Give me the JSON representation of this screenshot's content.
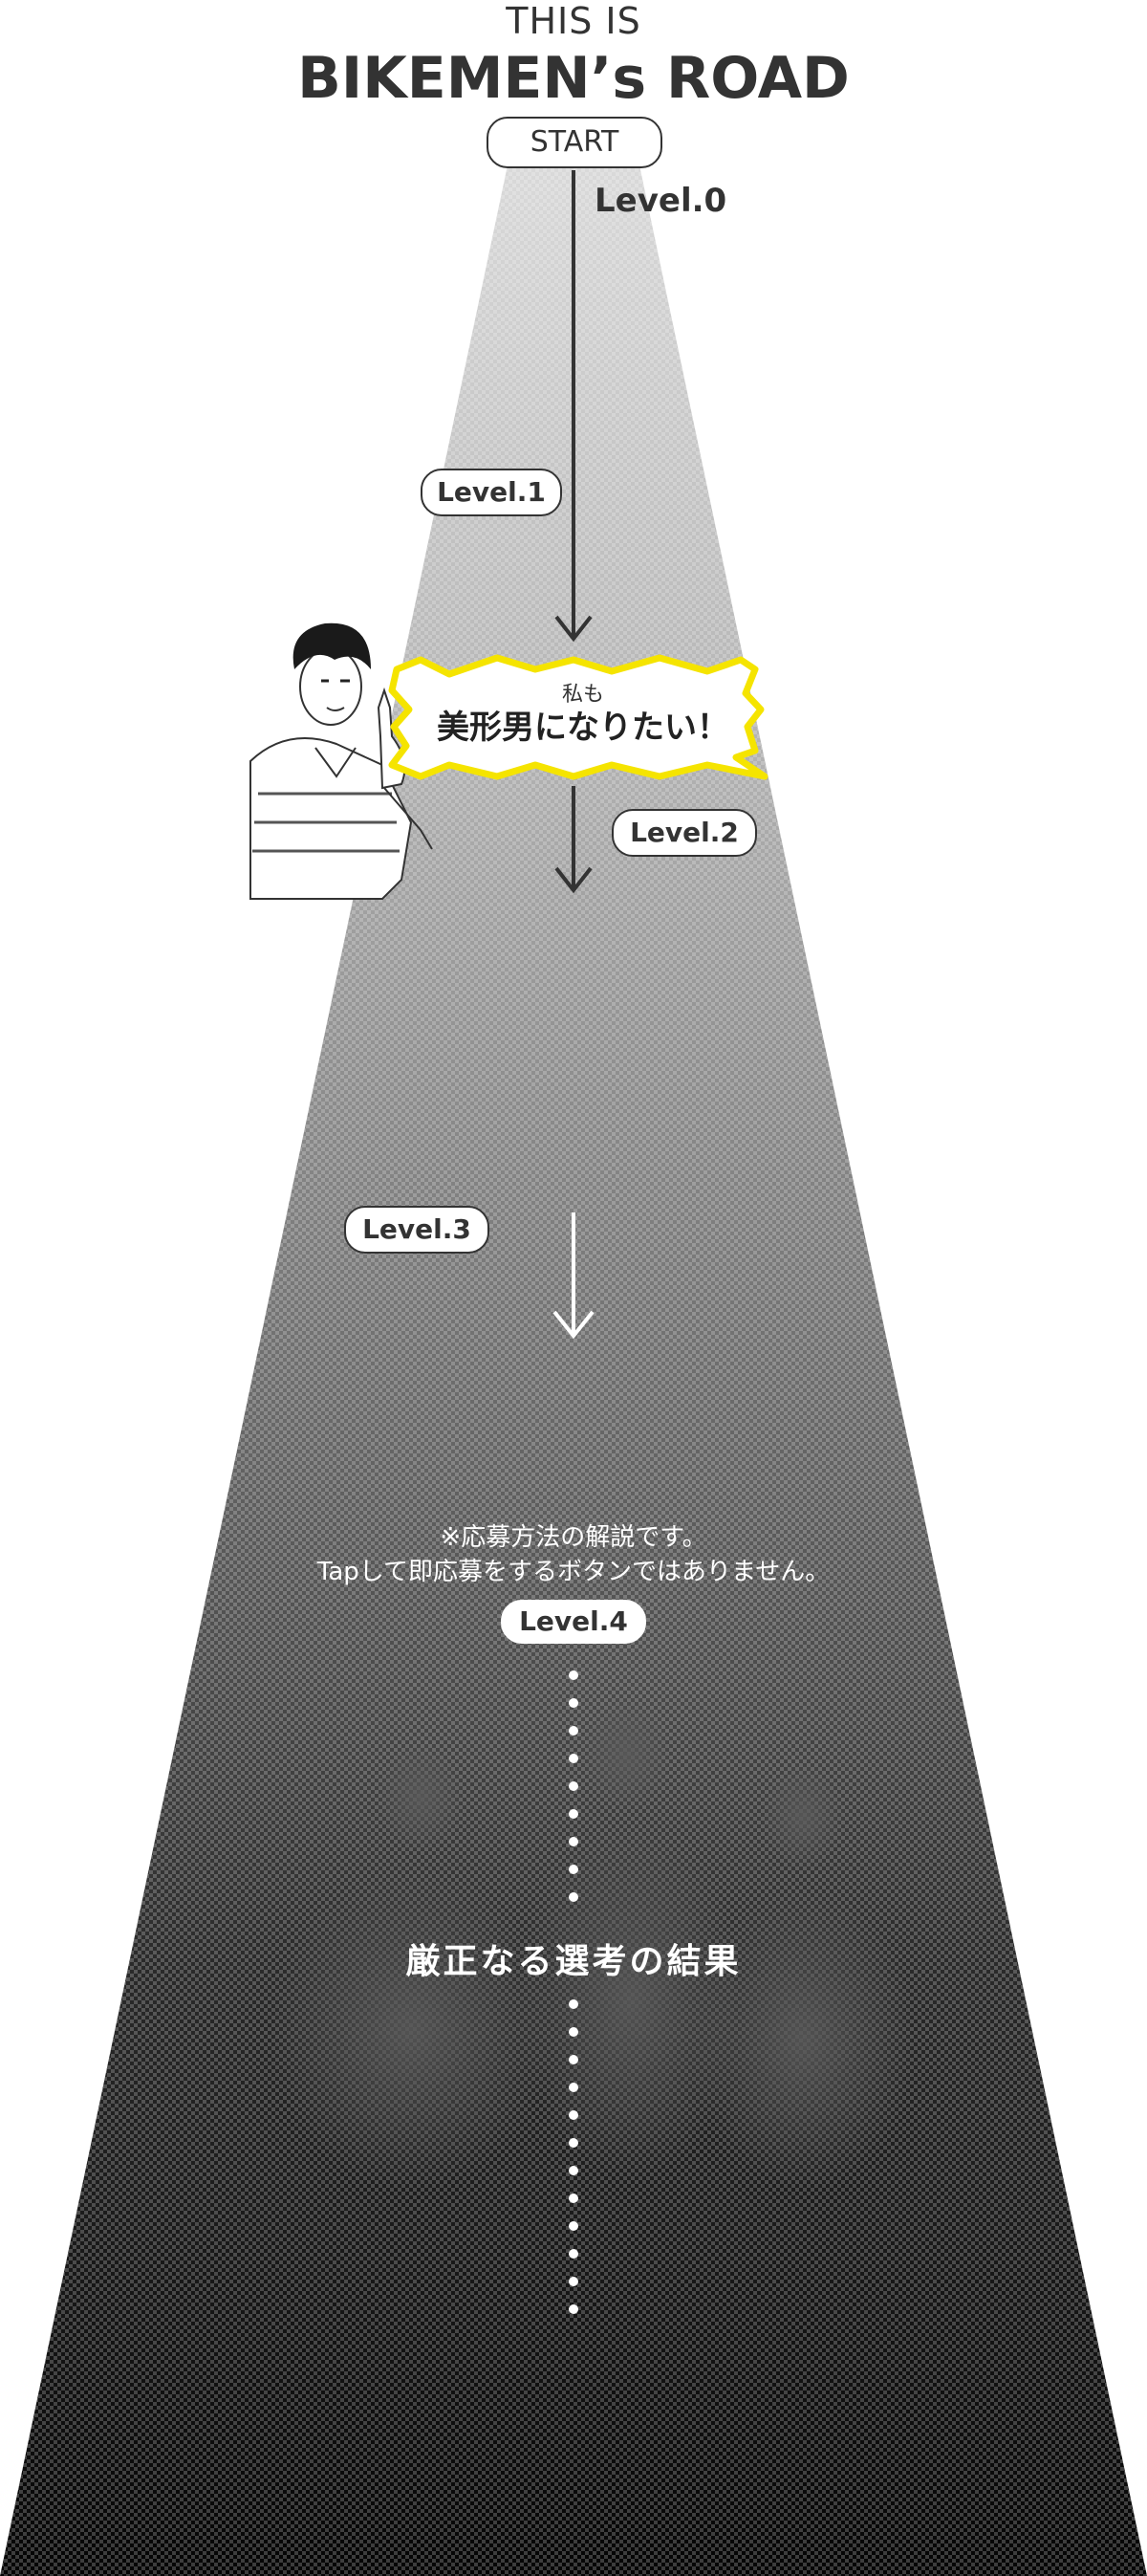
{
  "header": {
    "subtitle": "THIS IS",
    "title": "BIKEMEN’s ROAD"
  },
  "road": {
    "start_label": "START",
    "levels": {
      "level0": "Level.0",
      "level1": "Level.1",
      "level2": "Level.2",
      "level3": "Level.3",
      "level4": "Level.4"
    }
  },
  "speech": {
    "small": "私も",
    "big": "美形男になりたい！"
  },
  "notice": {
    "line1": "※応募方法の解説です。",
    "line2": "Tapして即応募をするボタンではありません。"
  },
  "result_label": "厳正なる選考の結果",
  "colors": {
    "road_top": "#d8d8d8",
    "road_bottom": "#050505",
    "speech_border": "#f5e400",
    "ink": "#333333"
  },
  "icons": [
    "arrow-down-icon",
    "dotted-line-icon",
    "man-pointing-illustration",
    "three-men-illustration"
  ]
}
